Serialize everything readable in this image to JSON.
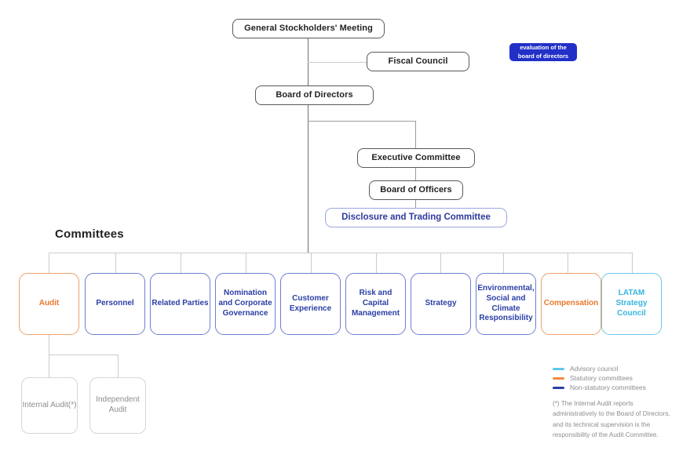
{
  "diagram": {
    "section_title": "Committees",
    "hierarchy": [
      {
        "id": "general-stockholders-meeting",
        "label": "General Stockholders' Meeting"
      },
      {
        "id": "fiscal-council",
        "label": "Fiscal Council"
      },
      {
        "id": "board-of-directors",
        "label": "Board of Directors"
      },
      {
        "id": "executive-committee",
        "label": "Executive Committee"
      },
      {
        "id": "board-of-officers",
        "label": "Board of Officers"
      },
      {
        "id": "disclosure-and-trading-committee",
        "label": "Disclosure and Trading Committee"
      }
    ],
    "committees": [
      {
        "id": "audit",
        "label": "Audit",
        "type": "statutory"
      },
      {
        "id": "personnel",
        "label": "Personnel",
        "type": "non-statutory"
      },
      {
        "id": "related-parties",
        "label": "Related Parties",
        "type": "non-statutory"
      },
      {
        "id": "nomination-and-corporate-governance",
        "label": "Nomination and Corporate Governance",
        "type": "non-statutory"
      },
      {
        "id": "customer-experience",
        "label": "Customer Experience",
        "type": "non-statutory"
      },
      {
        "id": "risk-and-capital-management",
        "label": "Risk and Capital Management",
        "type": "non-statutory"
      },
      {
        "id": "strategy",
        "label": "Strategy",
        "type": "non-statutory"
      },
      {
        "id": "environmental-social-and-climate-responsibility",
        "label": "Environmental, Social and Climate Responsibility",
        "type": "non-statutory"
      },
      {
        "id": "compensation",
        "label": "Compensation",
        "type": "statutory"
      },
      {
        "id": "latam-strategy-council",
        "label": "LATAM Strategy Council",
        "type": "advisory"
      }
    ],
    "audit_children": [
      {
        "id": "internal-audit",
        "label": "Internal Audit(*)"
      },
      {
        "id": "independent-audit",
        "label": "Independent Audit"
      }
    ],
    "badge": {
      "text": "evaluation of the board of directors",
      "color": "#2230c8"
    },
    "legend": {
      "items": [
        {
          "label": "Advisory council",
          "color": "#5ec8ee"
        },
        {
          "label": "Statutory committees",
          "color": "#f2893f"
        },
        {
          "label": "Non-statutory committees",
          "color": "#2b3fa5"
        }
      ]
    },
    "footnote": "(*) The Internal Audit reports administratively to the Board of Directors, and its technical supervision is the responsibility of the Audit Committee.",
    "colors": {
      "statutory": "#e8782c",
      "non_statutory": "#2b3fa5",
      "advisory": "#39b4de",
      "neutral_outline": "#58595b",
      "sub_outline": "#d4d6d8",
      "connector": "#9a9c9e"
    }
  }
}
